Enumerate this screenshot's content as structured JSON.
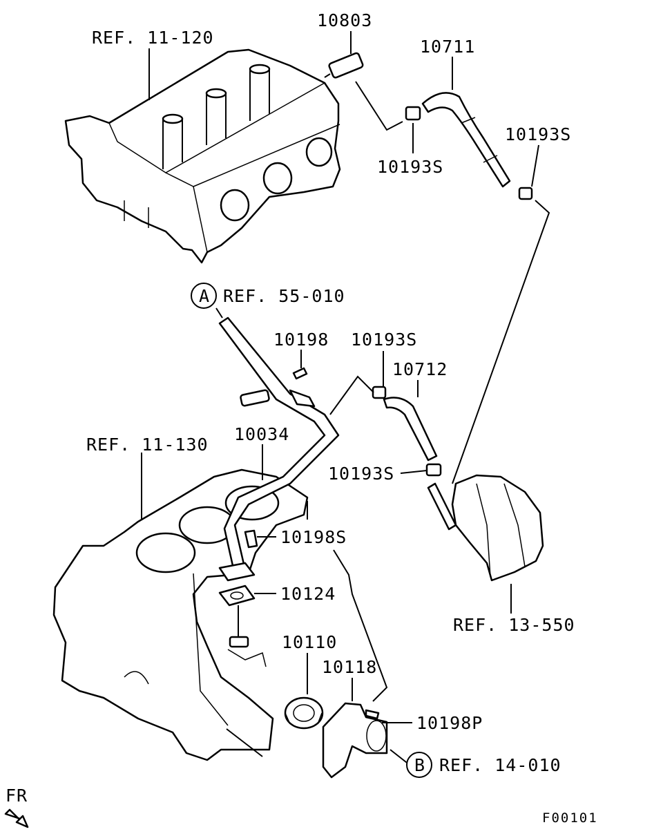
{
  "labels": {
    "ref_11_120": "REF. 11-120",
    "p10803": "10803",
    "p10711": "10711",
    "p10193s_a": "10193S",
    "p10193s_b": "10193S",
    "ref_55_010": "REF. 55-010",
    "marker_a": "A",
    "p10198": "10198",
    "p10193s_c": "10193S",
    "p10712": "10712",
    "ref_11_130": "REF. 11-130",
    "p10034": "10034",
    "p10193s_d": "10193S",
    "p10198s": "10198S",
    "p10124": "10124",
    "ref_13_550": "REF. 13-550",
    "p10110": "10110",
    "p10118": "10118",
    "p10198p": "10198P",
    "marker_b": "B",
    "ref_14_010": "REF. 14-010",
    "fr": "FR",
    "figure_code": "F00101"
  },
  "icons": {
    "front_arrow": "front-direction-arrow-icon"
  }
}
